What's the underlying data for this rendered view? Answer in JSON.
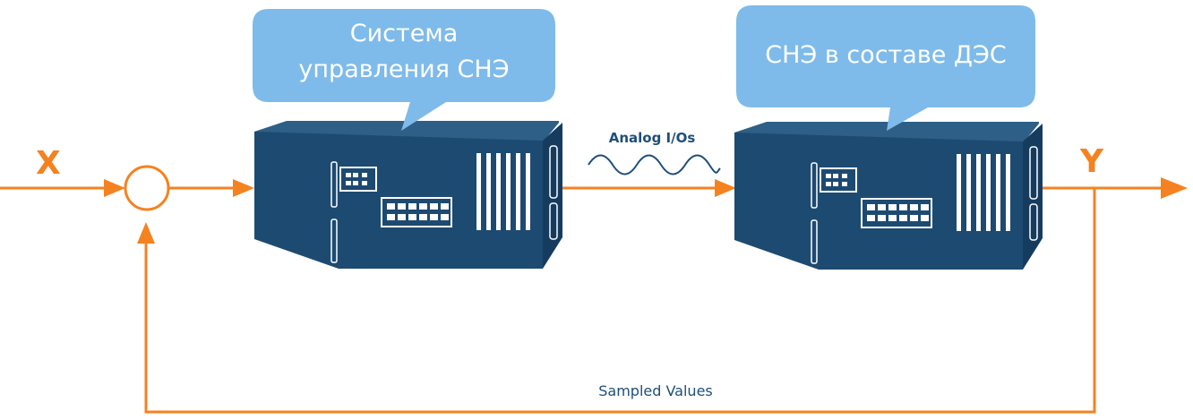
{
  "labels": {
    "input": "X",
    "output": "Y",
    "analog": "Analog I/Os",
    "feedback": "Sampled Values"
  },
  "callouts": {
    "controller_line1": "Система",
    "controller_line2": "управления СНЭ",
    "plant": "СНЭ в составе ДЭС"
  },
  "colors": {
    "signal": "#f58220",
    "callout_fill": "#7ebbea",
    "device_top": "#2e5f86",
    "device_front": "#1d4a71",
    "device_side": "#153c5f",
    "device_detail": "#ffffff",
    "text_dark": "#1f4e79"
  },
  "icons": {
    "device": "rack-server-icon",
    "summing_junction": "summing-junction-icon",
    "analog_wave": "sine-wave-icon"
  }
}
